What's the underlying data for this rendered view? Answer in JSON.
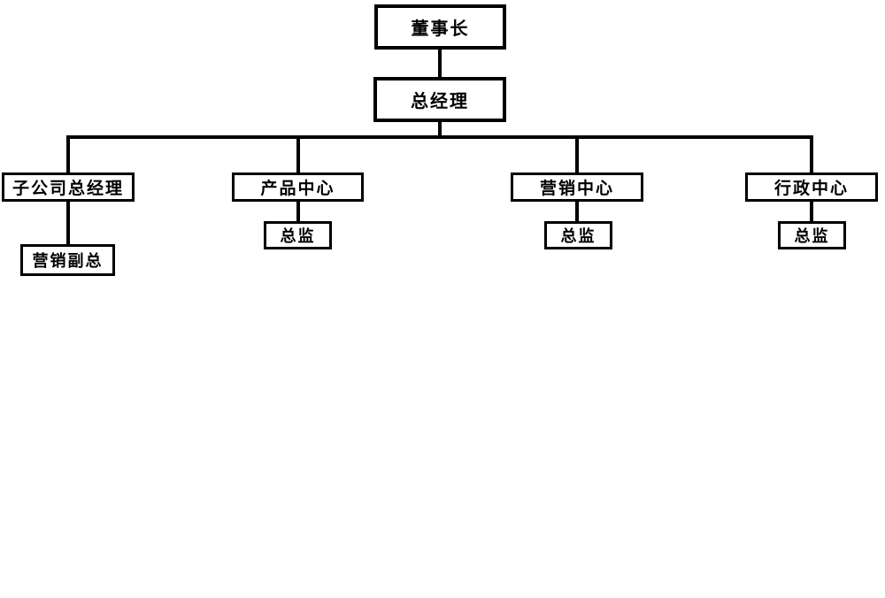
{
  "diagram": {
    "type": "org-chart",
    "root": {
      "label": "董事长"
    },
    "manager": {
      "label": "总经理"
    },
    "branches": [
      {
        "label": "子公司总经理",
        "child": {
          "label": "营销副总"
        }
      },
      {
        "label": "产品中心",
        "child": {
          "label": "总监"
        }
      },
      {
        "label": "营销中心",
        "child": {
          "label": "总监"
        }
      },
      {
        "label": "行政中心",
        "child": {
          "label": "总监"
        }
      }
    ]
  },
  "colors": {
    "background": "#ffffff",
    "box_border": "#000000",
    "connector_line": "#000000",
    "text": "#000000"
  }
}
